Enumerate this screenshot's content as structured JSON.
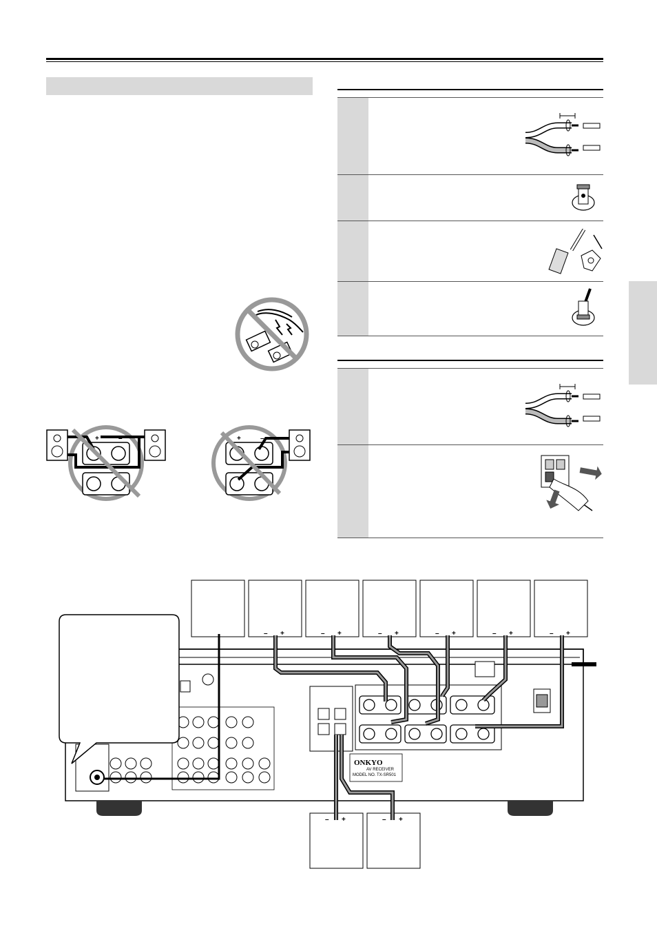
{
  "speaker_terminal_labels": {
    "plus": "+",
    "minus": "–"
  },
  "receiver": {
    "brand": "ONKYO",
    "type_label": "AV RECEIVER",
    "model_label": "MODEL NO. TX-SR501"
  },
  "colors": {
    "section_bar": "#d9d9d9",
    "step_number_panel": "#d9d9d9",
    "side_tab": "#d9d9d9",
    "wire_gray": "#999999"
  },
  "icons": [
    "wire-strip-icon",
    "terminal-unscrew-icon",
    "wire-insert-icon",
    "terminal-tighten-icon",
    "short-circuit-warning-icon",
    "push-terminal-icon",
    "bad-connection-icon"
  ]
}
